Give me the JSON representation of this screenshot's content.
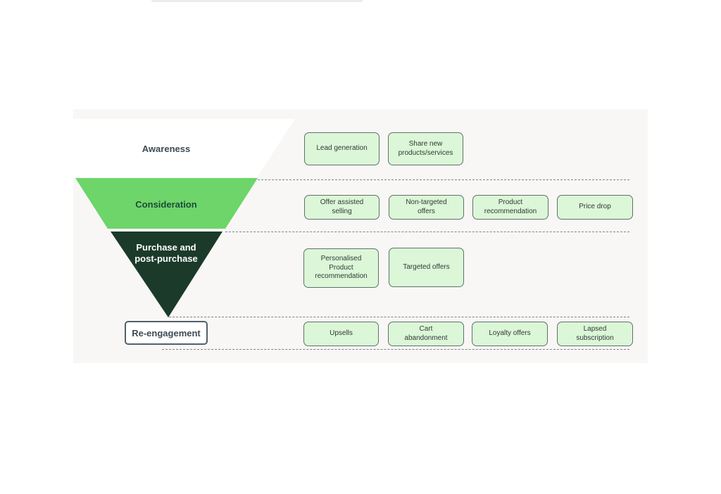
{
  "stages": {
    "awareness": "Awareness",
    "consideration": "Consideration",
    "purchase": "Purchase and\npost-purchase",
    "reengagement": "Re-engagement"
  },
  "actions": {
    "awareness": [
      "Lead generation",
      "Share new\nproducts/services"
    ],
    "consideration": [
      "Offer assisted\nselling",
      "Non-targeted\noffers",
      "Product\nrecommendation",
      "Price drop"
    ],
    "purchase": [
      "Personalised\nProduct\nrecommendation",
      "Targeted offers"
    ],
    "reengagement": [
      "Upsells",
      "Cart\nabandonment",
      "Loyalty offers",
      "Lapsed\nsubscription"
    ]
  },
  "colors": {
    "awareness_fill": "#ffffff",
    "consideration_fill": "#6dd56a",
    "purchase_fill": "#1b3a2a",
    "action_fill": "#dcf6d8"
  }
}
